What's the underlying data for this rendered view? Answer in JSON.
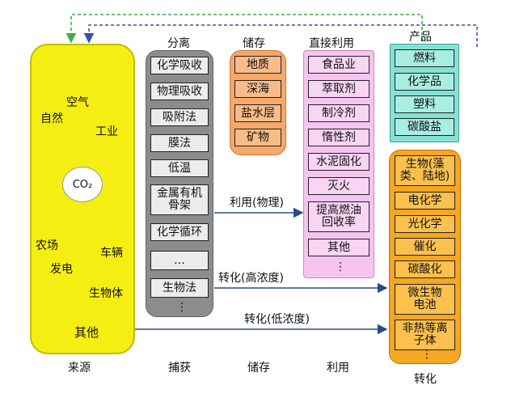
{
  "colors": {
    "source": "#f4ee13",
    "capture": "#8c8c8c",
    "storage": "#f6a868",
    "utilization": "#f7c4f0",
    "product": "#86e1d4",
    "conversion": "#f5a623",
    "arrow_solid": "#2c4a8a",
    "arrow_dashed_green": "#3fae49",
    "arrow_dashed_blue": "#3b4fa8"
  },
  "source": {
    "items": [
      "空气",
      "自然",
      "工业",
      "农场",
      "发电",
      "车辆",
      "生物体",
      "其他"
    ],
    "center": "CO₂",
    "footer": "来源"
  },
  "capture": {
    "header": "分离",
    "items": [
      "化学吸收",
      "物理吸收",
      "吸附法",
      "膜法",
      "低温",
      "金属有机骨架",
      "化学循环",
      "…",
      "生物法",
      "⋮"
    ],
    "footer": "捕获"
  },
  "storage": {
    "header": "储存",
    "items": [
      "地质",
      "深海",
      "盐水层",
      "矿物"
    ],
    "footer": "储存"
  },
  "utilization": {
    "header": "直接利用",
    "items": [
      "食品业",
      "萃取剂",
      "制冷剂",
      "惰性剂",
      "水泥固化",
      "灭火",
      "提高燃油回收率",
      "其他",
      "⋮"
    ],
    "footer": "利用"
  },
  "product": {
    "header": "产品",
    "items": [
      "燃料",
      "化学品",
      "塑料",
      "碳酸盐"
    ]
  },
  "conversion": {
    "items": [
      "生物(藻类、陆地)",
      "电化学",
      "光化学",
      "催化",
      "碳酸化",
      "微生物电池",
      "非热等离子体",
      "⋮"
    ],
    "footer": "转化"
  },
  "arrows": {
    "physical": "利用(物理)",
    "high_conc": "转化(高浓度)",
    "low_conc": "转化(低浓度)"
  }
}
